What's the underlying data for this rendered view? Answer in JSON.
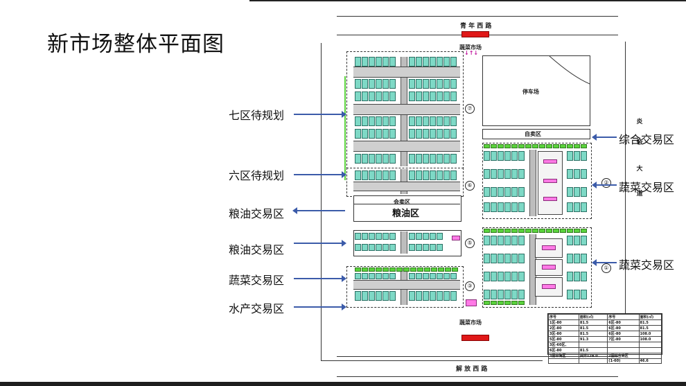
{
  "title": "新市场整体平面图",
  "roads": {
    "top": "青 年 西 路",
    "bottom": "解 放 西 路",
    "right": [
      "炎",
      "帝",
      "大",
      "道"
    ]
  },
  "map": {
    "north_market": "蔬菜市场",
    "parking": "停车场",
    "self_sale": "自卖区",
    "south_market": "蔬菜市场",
    "grain_inner_small": "会卖区",
    "grain_inner": "粮油区",
    "zone_numbers": [
      "⑦",
      "⑥",
      "⑤",
      "③",
      "②",
      "①"
    ]
  },
  "callouts": {
    "left": [
      "七区待规划",
      "六区待规划",
      "粮油交易区",
      "粮油交易区",
      "蔬菜交易区",
      "水产交易区"
    ],
    "right": [
      "综合交易区",
      "蔬菜交易区",
      "蔬菜交易区"
    ]
  },
  "legend": {
    "header": [
      "序号",
      "面积(㎡)",
      "序号",
      "面积(㎡)"
    ],
    "rows": [
      [
        "1区-80",
        "81.5",
        "6区-80",
        "81.5"
      ],
      [
        "2区-80",
        "81.5",
        "6区-80",
        "81.5"
      ],
      [
        "3区-80",
        "81.5",
        "6区-80",
        "108.0"
      ],
      [
        "5区-80",
        "91.3",
        "7区-80",
        "108.0"
      ],
      [
        "3区-60区、",
        "",
        "",
        ""
      ],
      [
        "6区-80",
        "81.5",
        "",
        ""
      ],
      [
        "3层中海区",
        "共计124.0",
        "2层综合商区",
        ""
      ],
      [
        "",
        "",
        "(1-60)",
        "46.6"
      ]
    ]
  },
  "colors": {
    "stall_teal": "#7ed9c6",
    "stall_green": "#5ad23c",
    "gate_red": "#e01818",
    "arrow_blue": "#3b5ba9",
    "pink": "#ff7ae6"
  }
}
